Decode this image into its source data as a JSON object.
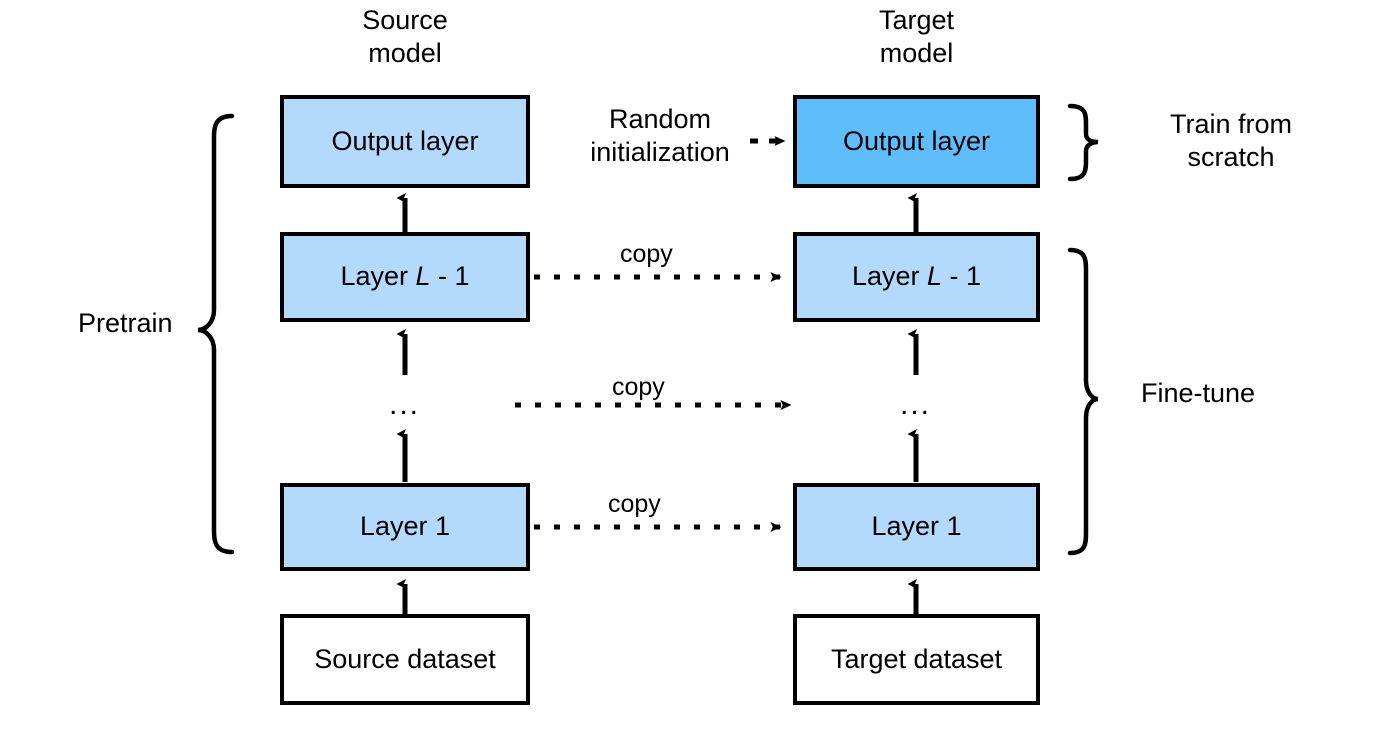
{
  "diagram": {
    "title_source": "Source\nmodel",
    "title_target": "Target\nmodel",
    "colors": {
      "layer_fill": "#b3d9fc",
      "highlight_fill": "#5fbdfc",
      "dataset_fill": "#ffffff",
      "stroke": "#000000",
      "background": "#ffffff"
    },
    "source_column": {
      "header": "Source\nmodel",
      "nodes": [
        {
          "id": "src-output",
          "label": "Output layer",
          "style": "layer"
        },
        {
          "id": "src-layer-l1",
          "label_prefix": "Layer ",
          "label_italic": "L",
          "label_suffix": " - 1",
          "style": "layer"
        },
        {
          "id": "src-ellipsis",
          "label": "...",
          "style": "ellipsis"
        },
        {
          "id": "src-layer-1",
          "label": "Layer 1",
          "style": "layer"
        },
        {
          "id": "src-dataset",
          "label": "Source dataset",
          "style": "dataset"
        }
      ]
    },
    "target_column": {
      "header": "Target\nmodel",
      "nodes": [
        {
          "id": "tgt-output",
          "label": "Output layer",
          "style": "highlight"
        },
        {
          "id": "tgt-layer-l1",
          "label_prefix": "Layer ",
          "label_italic": "L",
          "label_suffix": " - 1",
          "style": "layer"
        },
        {
          "id": "tgt-ellipsis",
          "label": "...",
          "style": "ellipsis"
        },
        {
          "id": "tgt-layer-1",
          "label": "Layer 1",
          "style": "layer"
        },
        {
          "id": "tgt-dataset",
          "label": "Target dataset",
          "style": "dataset"
        }
      ]
    },
    "transfer_edges": [
      {
        "id": "copy-layer-l1",
        "label": "copy"
      },
      {
        "id": "copy-ellipsis",
        "label": "copy"
      },
      {
        "id": "copy-layer-1",
        "label": "copy"
      }
    ],
    "random_init": {
      "label": "Random\ninitialization"
    },
    "braces": {
      "pretrain": "Pretrain",
      "train_from_scratch": "Train from\nscratch",
      "fine_tune": "Fine-tune"
    }
  }
}
